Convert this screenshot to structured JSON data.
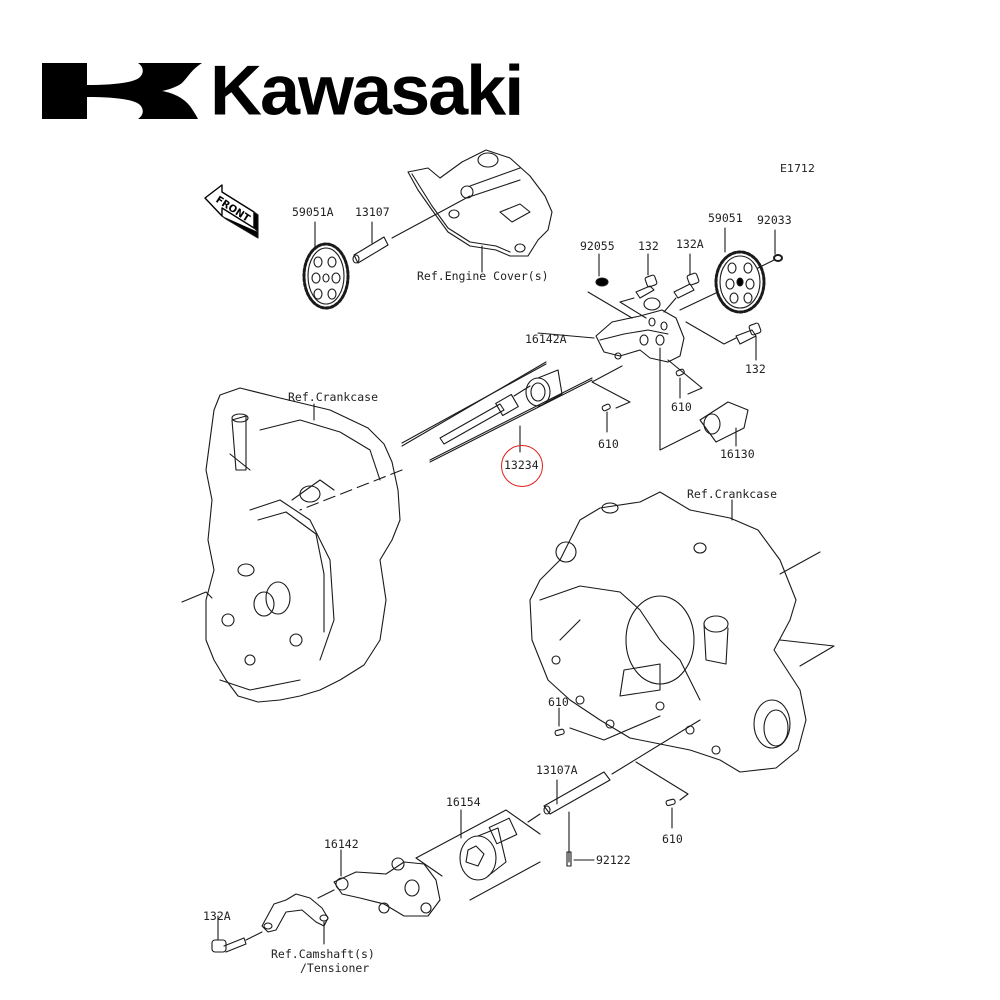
{
  "brand": {
    "name": "Kawasaki",
    "logo_color": "#000000"
  },
  "diagram": {
    "code": "E1712",
    "orientation_label": "FRONT",
    "highlight_color": "#e0201c",
    "highlighted_part": "13234",
    "references": {
      "engine_cover": "Ref.Engine Cover(s)",
      "crankcase_left": "Ref.Crankcase",
      "crankcase_right": "Ref.Crankcase",
      "camshaft_line1": "Ref.Camshaft(s)",
      "camshaft_line2": "/Tensioner"
    },
    "parts": [
      {
        "id": "59051A",
        "desc": "sprocket (left)"
      },
      {
        "id": "13107",
        "desc": "pin/shaft"
      },
      {
        "id": "92055",
        "desc": "washer/seal"
      },
      {
        "id": "132",
        "desc": "bolt (upper)"
      },
      {
        "id": "132A",
        "desc": "bolt (upper)"
      },
      {
        "id": "59051",
        "desc": "sprocket (right)"
      },
      {
        "id": "92033",
        "desc": "circlip"
      },
      {
        "id": "16142A",
        "desc": "pump body upper"
      },
      {
        "id": "132",
        "desc": "bolt (right)"
      },
      {
        "id": "610",
        "desc": "dowel pin (upper right)"
      },
      {
        "id": "610",
        "desc": "dowel pin (upper mid)"
      },
      {
        "id": "13234",
        "desc": "shaft + coupling (highlighted)"
      },
      {
        "id": "16130",
        "desc": "fitting"
      },
      {
        "id": "610",
        "desc": "dowel pin (lower left)"
      },
      {
        "id": "13107A",
        "desc": "shaft"
      },
      {
        "id": "610",
        "desc": "dowel pin (lower right)"
      },
      {
        "id": "16154",
        "desc": "rotor set"
      },
      {
        "id": "92122",
        "desc": "pin"
      },
      {
        "id": "16142",
        "desc": "pump body lower"
      },
      {
        "id": "132A",
        "desc": "bolt (lower)"
      }
    ]
  }
}
